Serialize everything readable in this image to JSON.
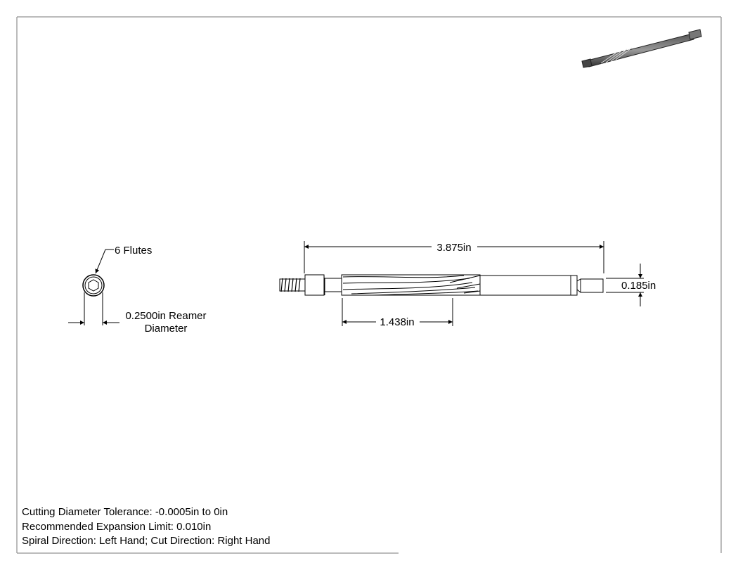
{
  "drawing": {
    "dimensions": {
      "overall_length": "3.875in",
      "flute_length": "1.438in",
      "square_size": "0.185in",
      "flutes": "6 Flutes",
      "diameter_line1": "0.2500in Reamer",
      "diameter_line2": "Diameter"
    },
    "notes": [
      "Cutting Diameter Tolerance: -0.0005in to 0in",
      "Recommended Expansion Limit: 0.010in",
      "Spiral Direction: Left Hand; Cut Direction: Right Hand"
    ]
  }
}
